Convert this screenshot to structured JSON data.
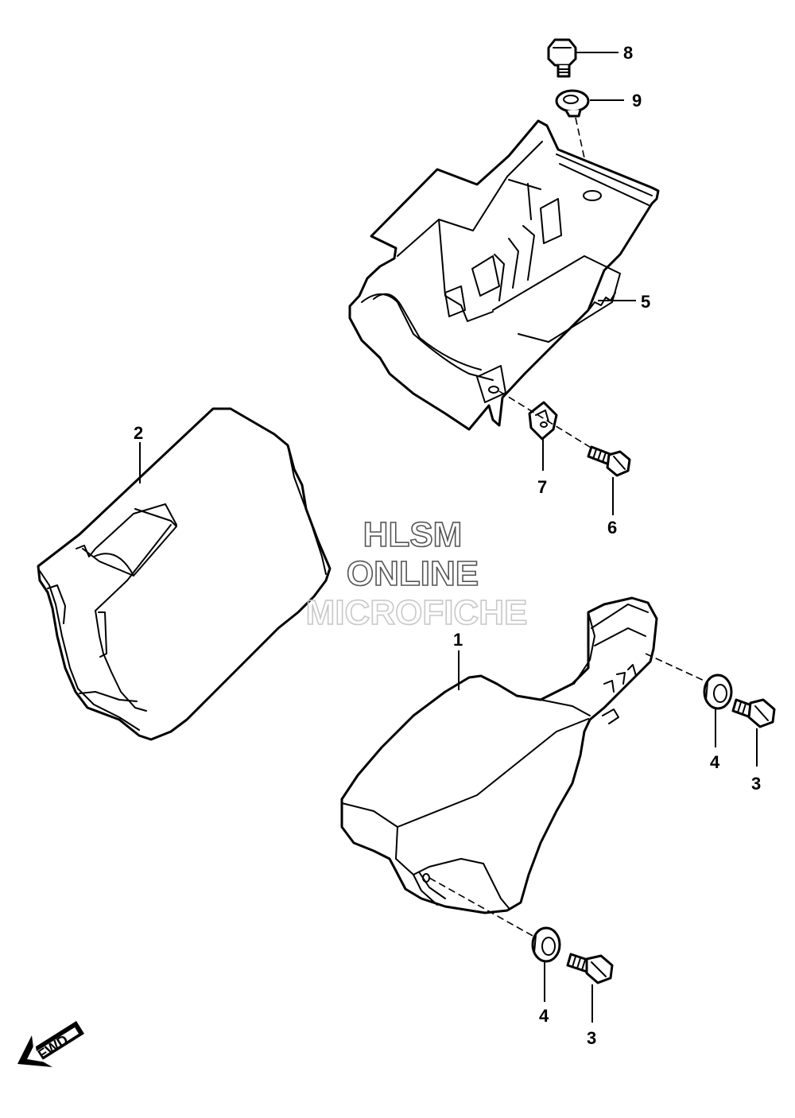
{
  "watermark": {
    "line1": "HLSM",
    "line2": "ONLINE",
    "line3": "MICROFICHE",
    "color_dark": "#555555",
    "color_light": "#c8c8c8"
  },
  "callouts": [
    {
      "id": "8",
      "label": "8"
    },
    {
      "id": "9",
      "label": "9"
    },
    {
      "id": "5",
      "label": "5"
    },
    {
      "id": "7",
      "label": "7"
    },
    {
      "id": "6",
      "label": "6"
    },
    {
      "id": "2",
      "label": "2"
    },
    {
      "id": "1",
      "label": "1"
    },
    {
      "id": "4a",
      "label": "4"
    },
    {
      "id": "3a",
      "label": "3"
    },
    {
      "id": "4b",
      "label": "4"
    },
    {
      "id": "3b",
      "label": "3"
    }
  ],
  "fwd_arrow": {
    "label": "FWD",
    "icon": "fwd-arrow-icon"
  }
}
